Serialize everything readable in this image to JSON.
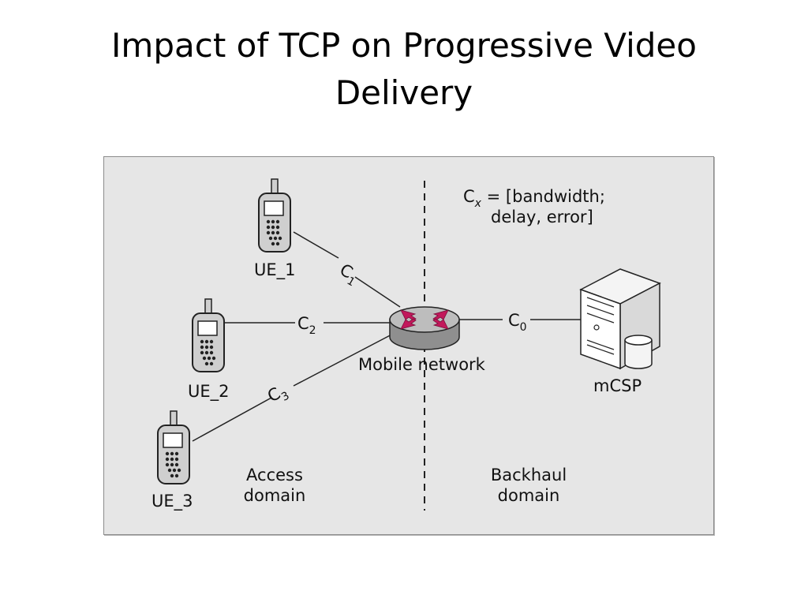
{
  "slide": {
    "title_line1": "Impact of TCP on Progressive Video",
    "title_line2": "Delivery"
  },
  "diagram": {
    "ue_labels": [
      "UE_1",
      "UE_2",
      "UE_3"
    ],
    "link_labels": [
      {
        "base": "C",
        "sub": "1"
      },
      {
        "base": "C",
        "sub": "2"
      },
      {
        "base": "C",
        "sub": "3"
      },
      {
        "base": "C",
        "sub": "0"
      }
    ],
    "router_label": "Mobile network",
    "server_label": "mCSP",
    "formula": {
      "base": "C",
      "sub": "x",
      "line1": " = [bandwidth;",
      "line2": "delay, error]"
    },
    "access_domain": {
      "line1": "Access",
      "line2": "domain"
    },
    "backhaul_domain": {
      "line1": "Backhaul",
      "line2": "domain"
    },
    "colors": {
      "background": "#e6e6e6",
      "arrows": "#c2185b",
      "router_body": "#8f8f8f",
      "router_top": "#bdbdbd"
    }
  }
}
